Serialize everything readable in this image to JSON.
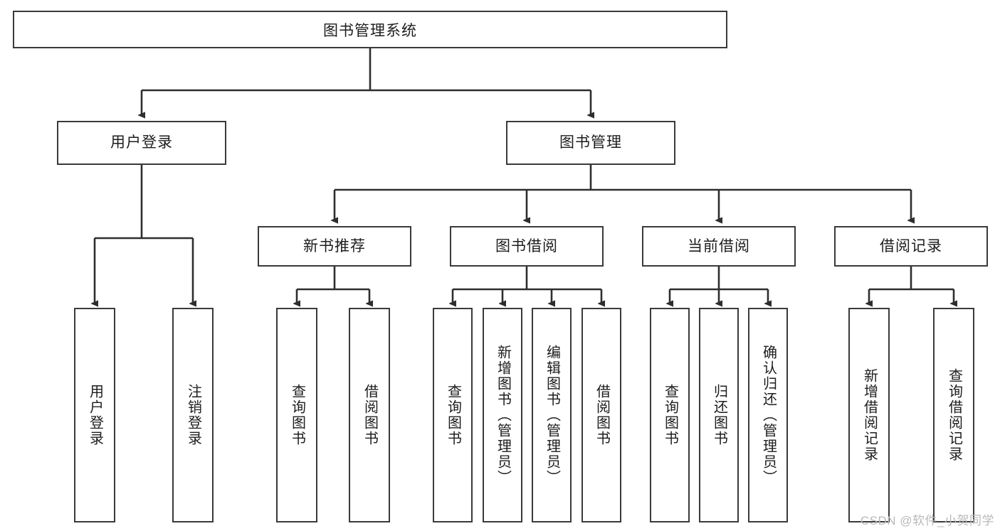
{
  "diagram": {
    "title": "图书管理系统",
    "type": "tree-hierarchy",
    "root": {
      "label": "图书管理系统"
    },
    "level2": [
      {
        "label": "用户登录"
      },
      {
        "label": "图书管理"
      }
    ],
    "level3": [
      {
        "label": "新书推荐"
      },
      {
        "label": "图书借阅"
      },
      {
        "label": "当前借阅"
      },
      {
        "label": "借阅记录"
      }
    ],
    "leaves": {
      "user_login": [
        {
          "label": "用户登录"
        },
        {
          "label": "注销登录"
        }
      ],
      "new_book_recommend": [
        {
          "label": "查询图书"
        },
        {
          "label": "借阅图书"
        }
      ],
      "book_borrow": [
        {
          "label": "查询图书"
        },
        {
          "label": "新增图书（管理员）"
        },
        {
          "label": "编辑图书（管理员）"
        },
        {
          "label": "借阅图书"
        }
      ],
      "current_borrow": [
        {
          "label": "查询图书"
        },
        {
          "label": "归还图书"
        },
        {
          "label": "确认归还（管理员）"
        }
      ],
      "borrow_records": [
        {
          "label": "新增借阅记录"
        },
        {
          "label": "查询借阅记录"
        }
      ]
    },
    "watermark": "CSDN @软件_小贺同学",
    "colors": {
      "stroke": "#3a3a3a",
      "fill": "#ffffff",
      "text": "#1d1d1d",
      "watermark": "#b9b9b9"
    }
  }
}
